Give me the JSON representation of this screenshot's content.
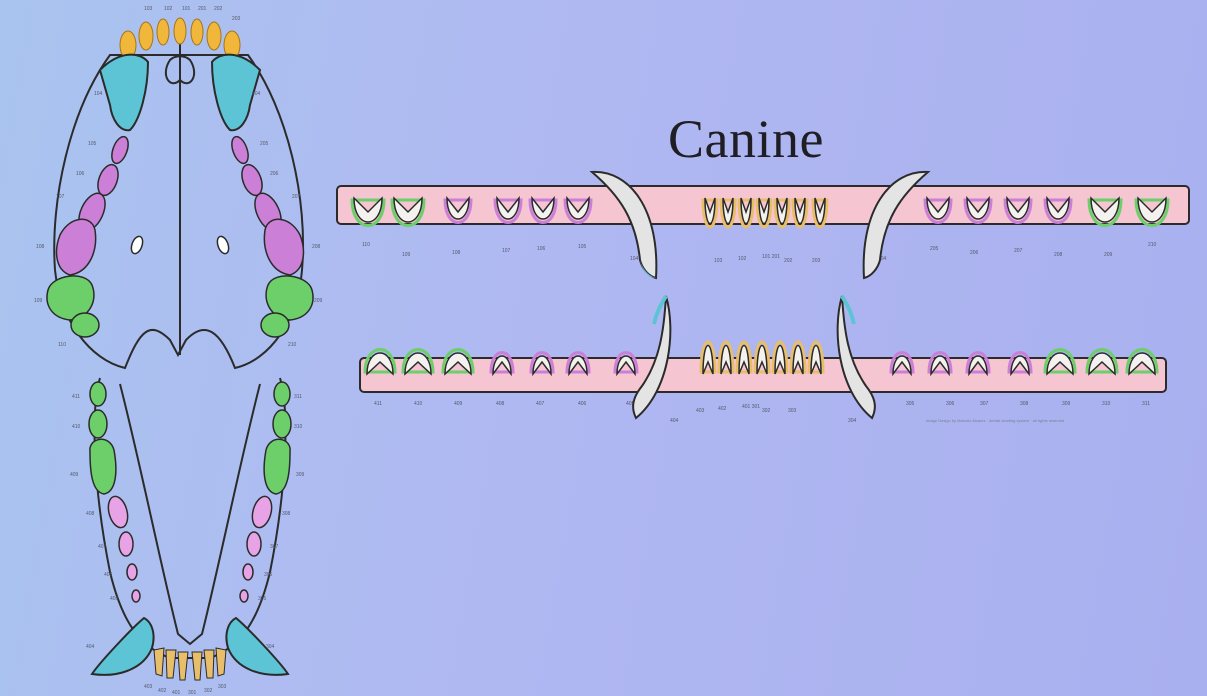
{
  "title": "Canine",
  "credit": "Image Design by Marcelo Alvarez · dental charting system · all rights reserved",
  "colors": {
    "incisor": "#f0b73a",
    "incisor_lower": "#e8be6a",
    "canine": "#5cc4d4",
    "premolar": "#cc7fd6",
    "premolar_lower": "#e7a3e5",
    "molar": "#6ccf6a",
    "gum": "#f5c5d2",
    "tooth": "#f4f2ee",
    "outline": "#2b2b2b"
  },
  "upper_jaw": {
    "top_labels": [
      "103",
      "102",
      "101",
      "201",
      "202",
      "203"
    ],
    "left_labels": [
      "104",
      "105",
      "106",
      "107",
      "108",
      "109",
      "110"
    ],
    "right_labels": [
      "204",
      "205",
      "206",
      "207",
      "208",
      "209",
      "210"
    ]
  },
  "lower_jaw": {
    "left_labels": [
      "411",
      "410",
      "409",
      "408",
      "407",
      "406",
      "405",
      "404"
    ],
    "right_labels": [
      "311",
      "310",
      "309",
      "308",
      "307",
      "306",
      "305",
      "304"
    ],
    "bottom_labels": [
      "403",
      "402",
      "401",
      "301",
      "302",
      "303"
    ]
  },
  "maxilla_row": {
    "labels": [
      "110",
      "109",
      "108",
      "107",
      "106",
      "105",
      "104",
      "103",
      "102",
      "101 201",
      "202",
      "203",
      "204",
      "205",
      "206",
      "207",
      "208",
      "209",
      "210"
    ]
  },
  "mandible_row": {
    "labels": [
      "411",
      "410",
      "409",
      "408",
      "407",
      "406",
      "405",
      "404",
      "403",
      "402",
      "401 301",
      "302",
      "303",
      "304",
      "305",
      "306",
      "307",
      "308",
      "309",
      "310",
      "311"
    ]
  }
}
